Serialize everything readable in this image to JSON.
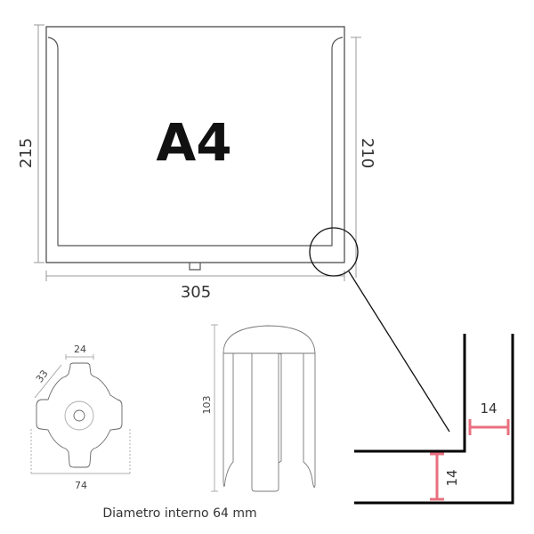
{
  "frame": {
    "label": "A4",
    "width_dim": "305",
    "height_left_dim": "215",
    "height_right_dim": "210"
  },
  "base": {
    "top_dim": "24",
    "diag_dim": "33",
    "width_dim": "74"
  },
  "cap": {
    "height_dim": "103"
  },
  "caption": "Diametro interno 64 mm",
  "detail": {
    "horizontal_gap": "14",
    "vertical_gap": "14",
    "accent_color": "#e8707f"
  }
}
